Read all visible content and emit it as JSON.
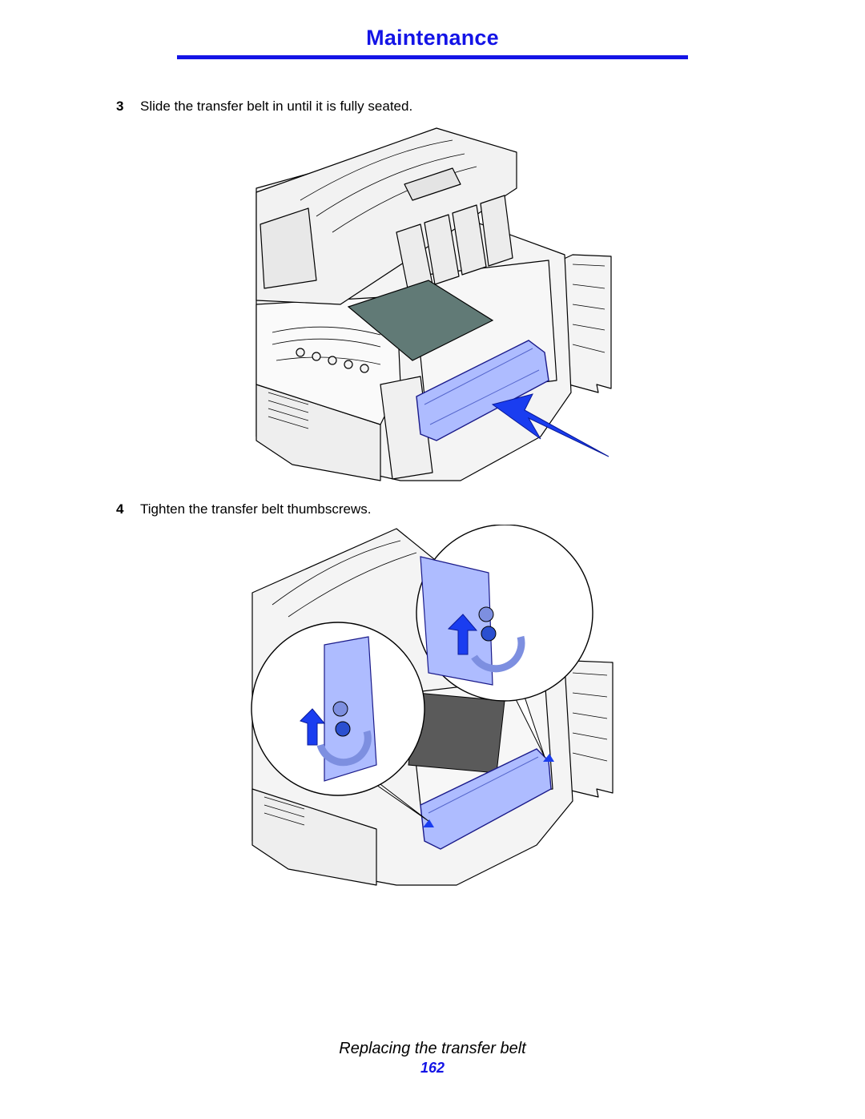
{
  "header": {
    "title": "Maintenance"
  },
  "steps": [
    {
      "number": "3",
      "text": "Slide the transfer belt in until it is fully seated."
    },
    {
      "number": "4",
      "text": "Tighten the transfer belt thumbscrews."
    }
  ],
  "figures": [
    {
      "name": "printer-insert-transfer-belt",
      "arrow_color": "#1a3df0"
    },
    {
      "name": "printer-tighten-thumbscrews",
      "arrow_color": "#1a3df0"
    }
  ],
  "colors": {
    "accent": "#1414e6",
    "belt": "#617a76",
    "part": "#aebcff"
  },
  "footer": {
    "section_title": "Replacing the transfer belt",
    "page_number": "162"
  }
}
